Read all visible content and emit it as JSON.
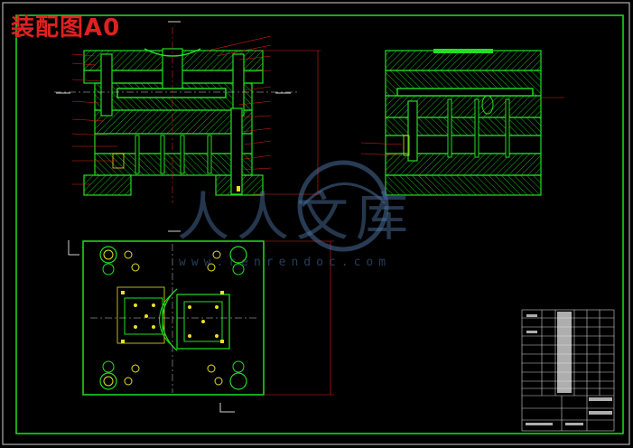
{
  "drawing": {
    "title": "装配图A0",
    "watermark_text": "人人文库",
    "watermark_url": "www.renrendoc.com"
  },
  "colors": {
    "background": "#000000",
    "frame": "#20e020",
    "part": "#20e020",
    "hatch": "#20e020",
    "dimension": "#e02020",
    "text": "#e8e8e8",
    "yellow": "#e8e020",
    "watermark": "#4a6e9a"
  }
}
